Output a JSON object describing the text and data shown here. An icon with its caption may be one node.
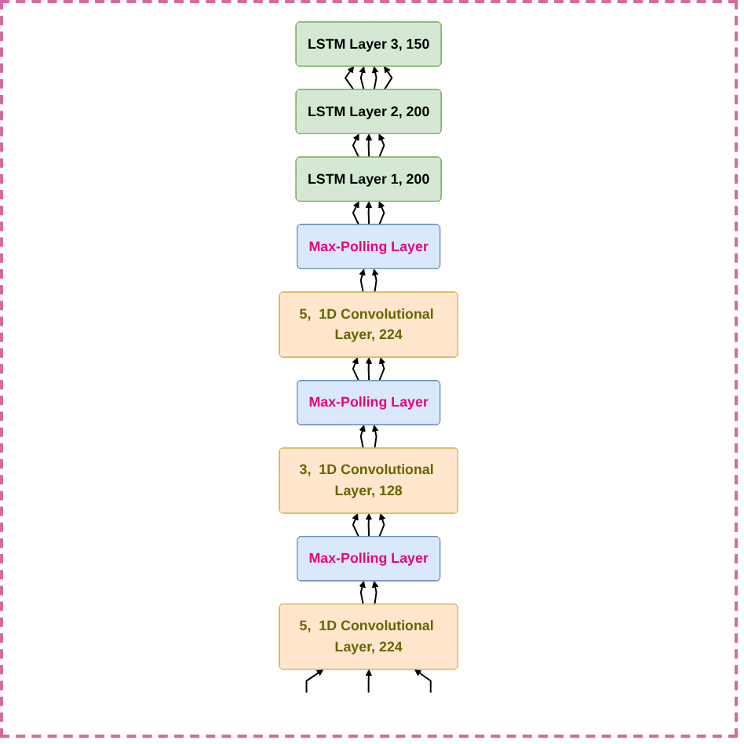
{
  "diagram": {
    "nodes": [
      {
        "text": [
          "LSTM Layer 3, 150"
        ]
      },
      {
        "text": [
          "LSTM Layer 2, 200"
        ]
      },
      {
        "text": [
          "LSTM Layer 1, 200"
        ]
      },
      {
        "text": [
          "Max-Polling Layer"
        ]
      },
      {
        "text": [
          "5,  1D Convolutional Layer, 224"
        ]
      },
      {
        "text": [
          "Max-Polling Layer"
        ]
      },
      {
        "text": [
          "3,  1D Convolutional Layer, 128"
        ]
      },
      {
        "text": [
          "Max-Polling Layer"
        ]
      },
      {
        "text": [
          "5,  1D Convolutional Layer, 224"
        ]
      }
    ],
    "edges": [
      {
        "from": 1,
        "to": 0,
        "arrow": "to"
      },
      {
        "from": 1,
        "to": 0,
        "arrow": "to"
      },
      {
        "from": 1,
        "to": 0,
        "arrow": "to"
      },
      {
        "from": 1,
        "to": 0,
        "arrow": "to"
      },
      {
        "from": 2,
        "to": 1,
        "arrow": "to"
      },
      {
        "from": 2,
        "to": 1,
        "arrow": "to"
      },
      {
        "from": 2,
        "to": 1,
        "arrow": "to"
      },
      {
        "from": 3,
        "to": 2,
        "arrow": "to"
      },
      {
        "from": 3,
        "to": 2,
        "arrow": "to"
      },
      {
        "from": 3,
        "to": 2,
        "arrow": "to"
      },
      {
        "from": 4,
        "to": 3,
        "arrow": "to"
      },
      {
        "from": 4,
        "to": 3,
        "arrow": "to"
      },
      {
        "from": 5,
        "to": 4,
        "arrow": "to"
      },
      {
        "from": 5,
        "to": 4,
        "arrow": "to"
      },
      {
        "from": 5,
        "to": 4,
        "arrow": "to"
      },
      {
        "from": 6,
        "to": 5,
        "arrow": "to"
      },
      {
        "from": 6,
        "to": 5,
        "arrow": "to"
      },
      {
        "from": 7,
        "to": 6,
        "arrow": "to"
      },
      {
        "from": 7,
        "to": 6,
        "arrow": "to"
      },
      {
        "from": 7,
        "to": 6,
        "arrow": "to"
      },
      {
        "from": 8,
        "to": 7,
        "arrow": "to"
      },
      {
        "from": 8,
        "to": 7,
        "arrow": "to"
      },
      {
        "from": null,
        "to": 8,
        "arrow": "to"
      },
      {
        "from": null,
        "to": 8,
        "arrow": "to"
      },
      {
        "from": null,
        "to": 8,
        "arrow": "to"
      }
    ]
  }
}
